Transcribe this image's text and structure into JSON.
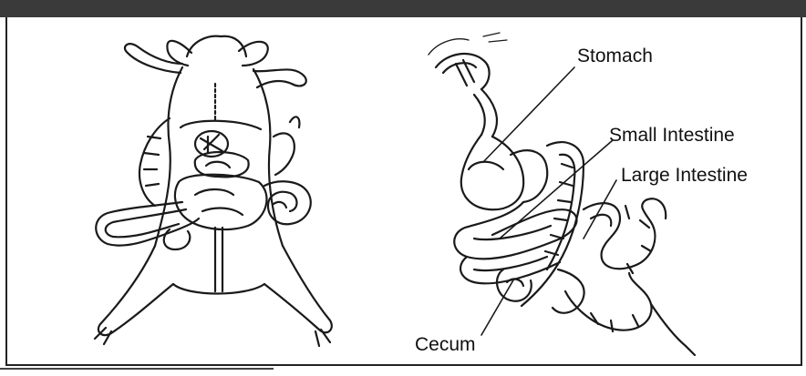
{
  "labels": {
    "stomach": "Stomach",
    "small_intestine": "Small Intestine",
    "large_intestine": "Large Intestine",
    "cecum": "Cecum"
  },
  "colors": {
    "bar": "#3a3a3a",
    "ink": "#1a1a1a"
  }
}
